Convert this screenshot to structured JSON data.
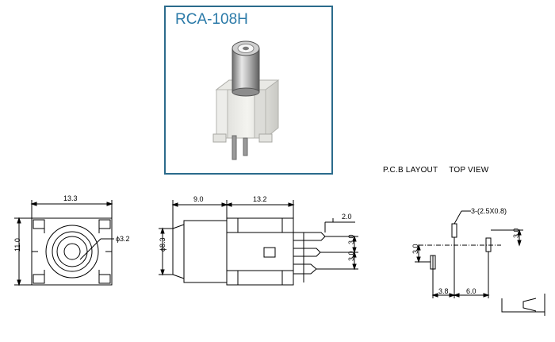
{
  "product": {
    "model": "RCA-108H"
  },
  "pcb_layout": {
    "heading_left": "P.C.B LAYOUT",
    "heading_right": "TOP VIEW"
  },
  "front_view": {
    "width": "13.3",
    "height": "11.0",
    "diameter": "ϕ3.2"
  },
  "side_view": {
    "length_a": "9.0",
    "length_b": "13.2",
    "diameter": "ϕ8.3",
    "pin_offset": "2.0",
    "pitch_upper": "3.0",
    "pitch_lower": "3.0"
  },
  "pcb_view": {
    "hole_spec": "3-(2.5X0.8)",
    "right_pitch": "3.0",
    "left_pitch": "3.0",
    "dim_a": "3.8",
    "dim_b": "6.0"
  },
  "colors": {
    "frame": "#2b6b8c",
    "title": "#2b7aa8",
    "line": "#000000"
  }
}
